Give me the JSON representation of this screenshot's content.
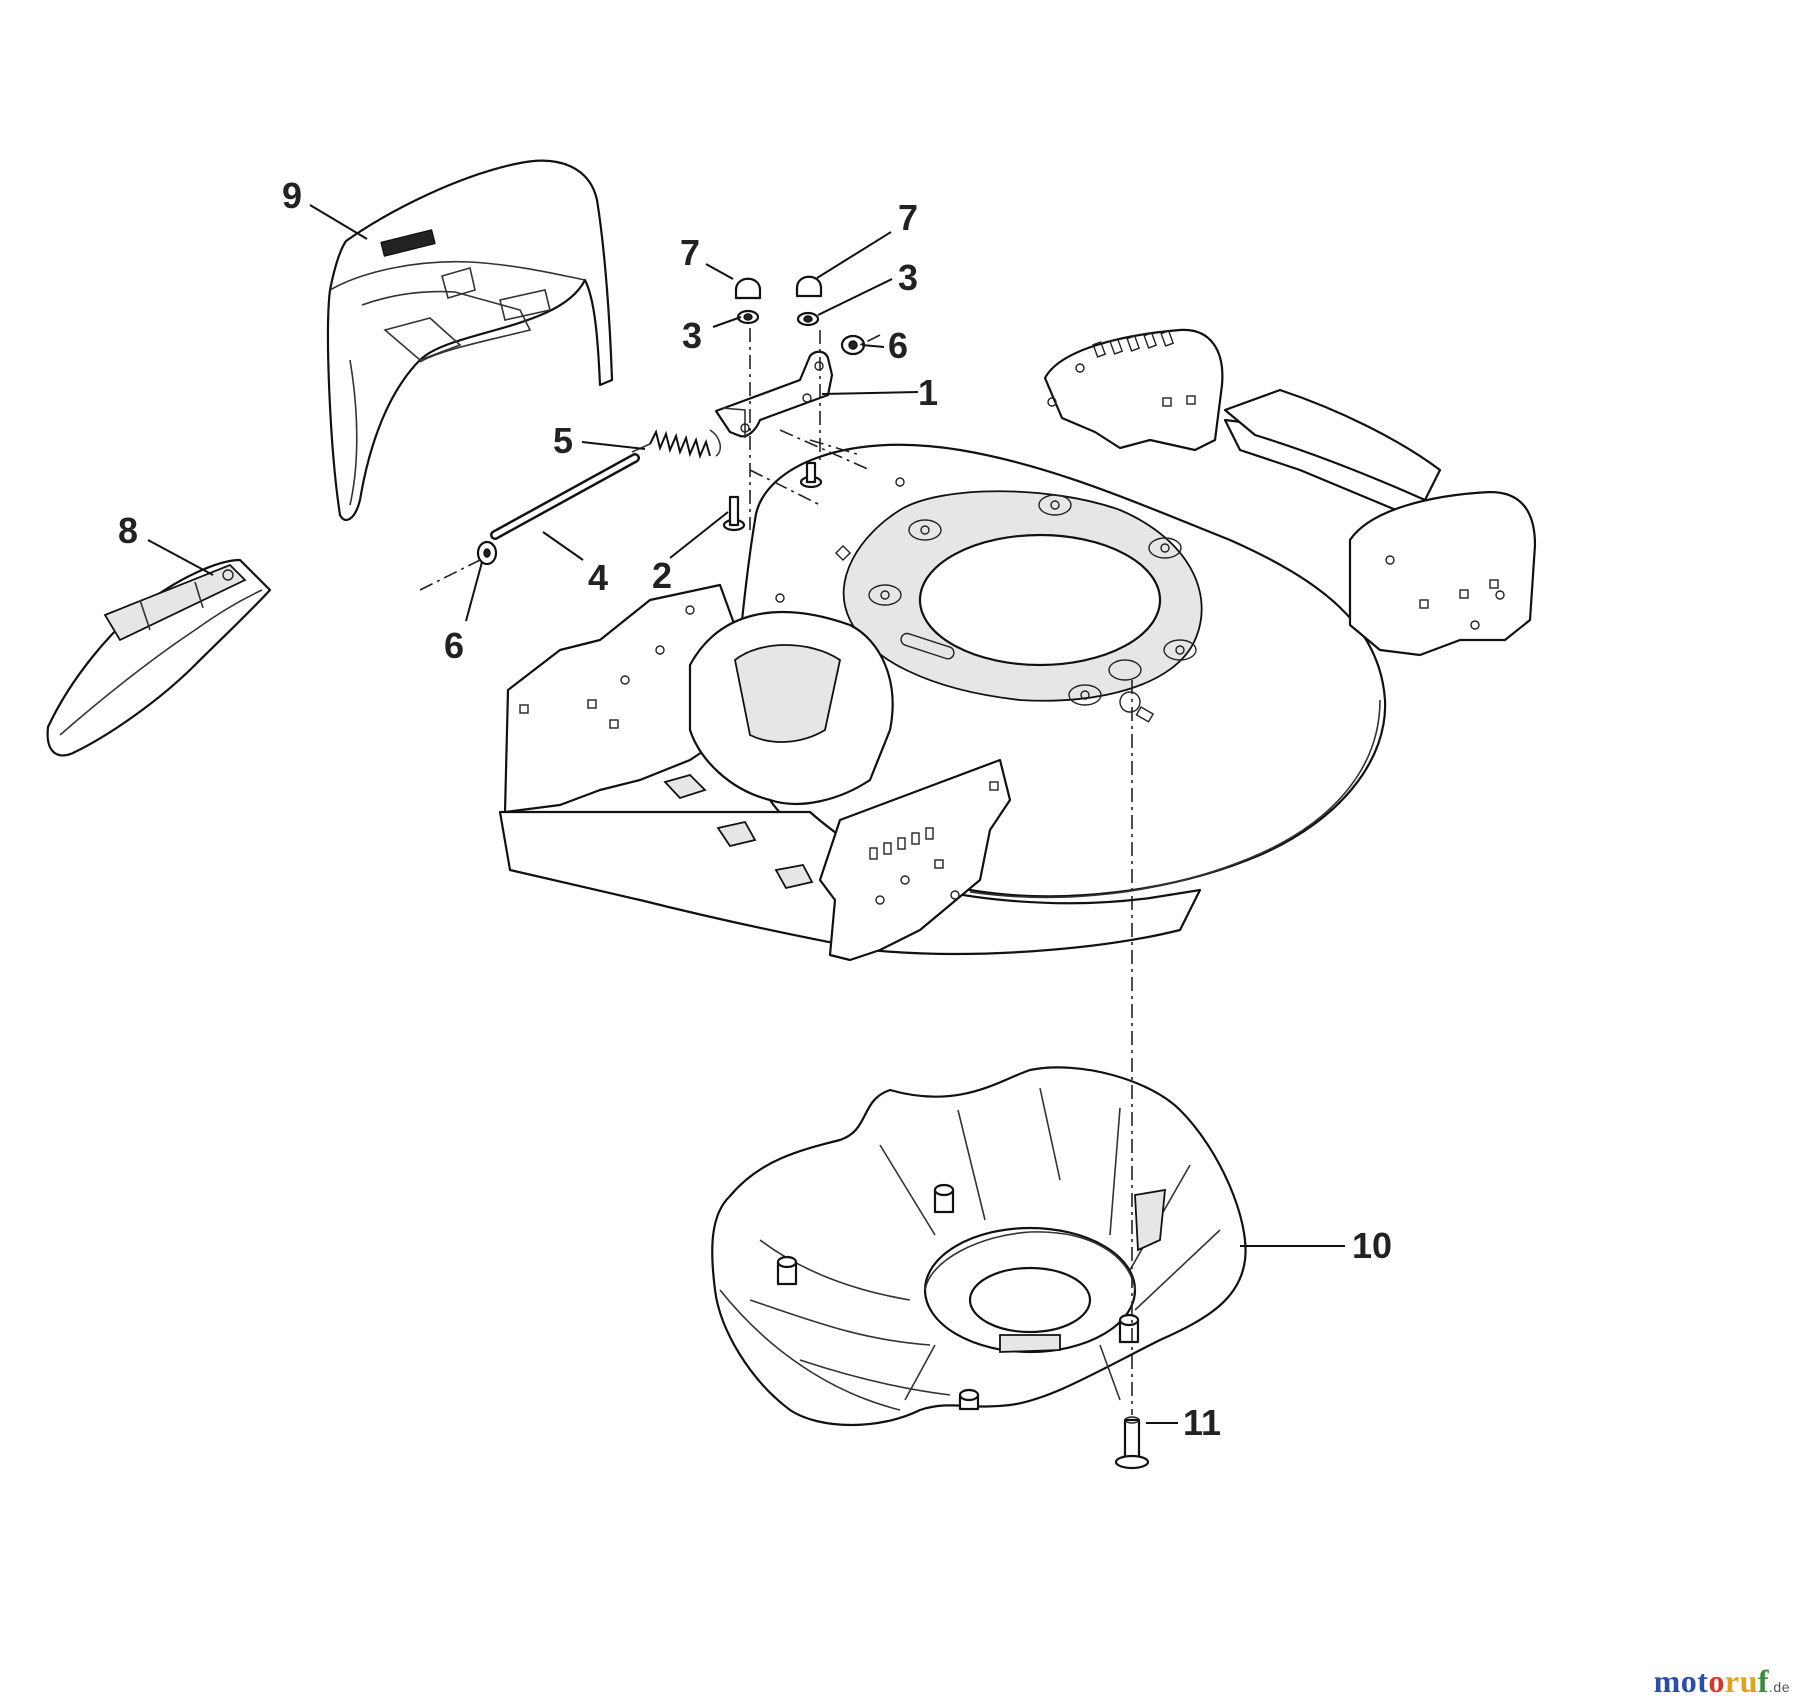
{
  "callouts": {
    "c1": "1",
    "c2": "2",
    "c3a": "3",
    "c3b": "3",
    "c4": "4",
    "c5": "5",
    "c6a": "6",
    "c6b": "6",
    "c7a": "7",
    "c7b": "7",
    "c8": "8",
    "c9": "9",
    "c10": "10",
    "c11": "11"
  },
  "watermark": {
    "part1": "mot",
    "part2": "o",
    "part3": "ru",
    "part4": "f",
    "suffix": ".de"
  },
  "colors": {
    "line": "#111111",
    "callout_text": "#222222",
    "watermark_blue": "#2a4fa8",
    "watermark_red": "#d2372b",
    "watermark_orange": "#e3a21a",
    "watermark_green": "#3b8a3a"
  }
}
